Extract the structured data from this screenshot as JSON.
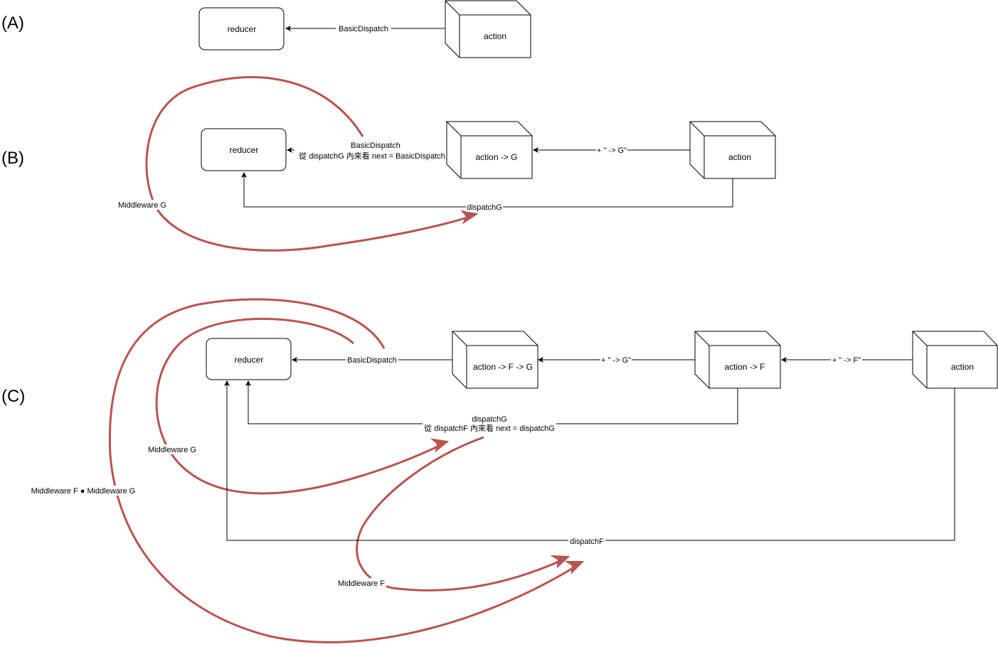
{
  "sections": {
    "a": {
      "title": "(A)"
    },
    "b": {
      "title": "(B)"
    },
    "c": {
      "title": "(C)"
    }
  },
  "a": {
    "reducer": "reducer",
    "action": "action",
    "edge_label": "BasicDispatch"
  },
  "b": {
    "reducer": "reducer",
    "action_g": "action -> G",
    "action": "action",
    "edge_basic_line1": "BasicDispatch",
    "edge_basic_line2": "從 dispatchG 內來看 next = BasicDispatch",
    "edge_g": "+ \" -> G\"",
    "edge_dispatch_g": "dispatchG",
    "middleware_g": "Middleware G"
  },
  "c": {
    "reducer": "reducer",
    "action_fg": "action -> F -> G",
    "action_f": "action -> F",
    "action": "action",
    "edge_basic": "BasicDispatch",
    "edge_g": "+ \" -> G\"",
    "edge_f": "+ \" -> F\"",
    "edge_dispatch_g_line1": "dispatchG",
    "edge_dispatch_g_line2": "從 dispatchF 內來看 next = dispatchG",
    "edge_dispatch_f": "dispatchF",
    "middleware_g": "Middleware G",
    "middleware_f": "Middleware F",
    "middleware_fg": "Middleware F ● Middleware G"
  },
  "colors": {
    "middleware_arrow": "#b85450"
  }
}
